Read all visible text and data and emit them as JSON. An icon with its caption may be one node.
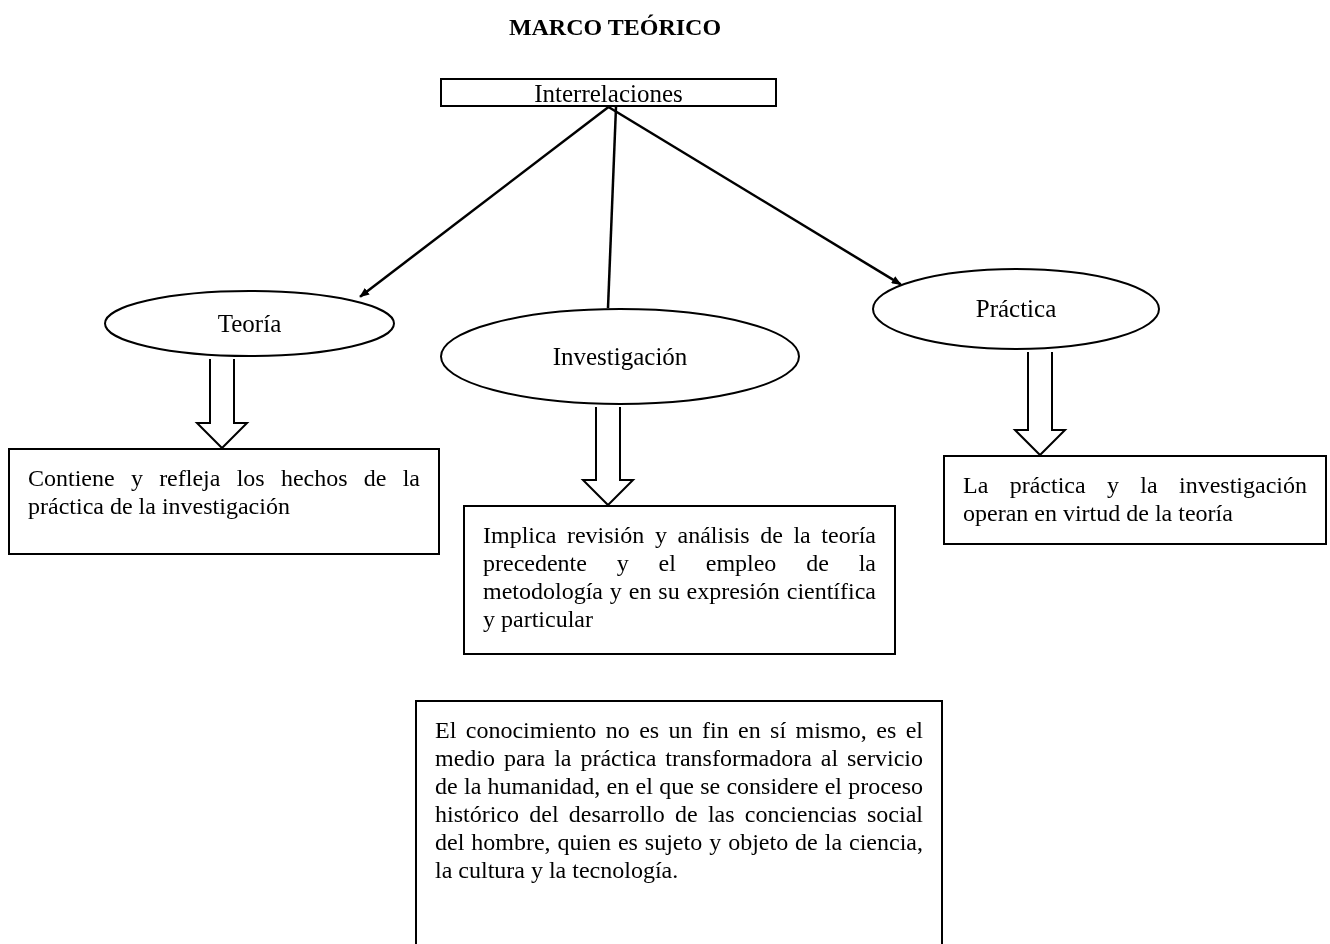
{
  "diagram": {
    "title": "MARCO TEÓRICO",
    "nodes": [
      {
        "text": [
          "Interrelaciones"
        ]
      },
      {
        "text": [
          "Teoría"
        ]
      },
      {
        "text": [
          "Investigación"
        ]
      },
      {
        "text": [
          "Práctica"
        ]
      },
      {
        "text": [
          "Contiene y refleja los hechos de la práctica de la investigación"
        ]
      },
      {
        "text": [
          "Implica revisión y análisis de la teoría precedente y el empleo de la metodología y en su expresión científica y particular"
        ]
      },
      {
        "text": [
          "La práctica y la investigación operan en virtud de la teoría"
        ]
      },
      {
        "text": [
          "El conocimiento no es un fin en sí mismo, es el medio para la práctica transformadora al servicio de la humanidad, en el que se considere el proceso histórico del desarrollo de las conciencias social del hombre, quien es sujeto y objeto de la ciencia, la cultura y la tecnología."
        ]
      }
    ],
    "edges": [
      {
        "from": 0,
        "to": 1,
        "arrow": "to"
      },
      {
        "from": 0,
        "to": 2,
        "arrow": "none"
      },
      {
        "from": 0,
        "to": 3,
        "arrow": "to"
      },
      {
        "from": 1,
        "to": 4,
        "arrow": "to",
        "style": "thick"
      },
      {
        "from": 2,
        "to": 5,
        "arrow": "to",
        "style": "thick"
      },
      {
        "from": 3,
        "to": 6,
        "arrow": "to",
        "style": "thick"
      }
    ]
  }
}
